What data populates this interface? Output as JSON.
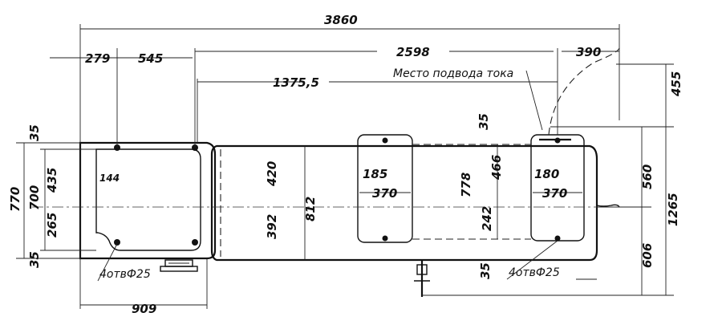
{
  "dimensions": {
    "overall_length": "3860",
    "left_offset": "279",
    "left_spacing": "545",
    "middle_span": "2598",
    "right_offset": "390",
    "inner_span": "1375,5",
    "right_height": "455",
    "left_total_height": "770",
    "left_hole_height": "700",
    "left_upper": "435",
    "left_lower": "265",
    "left_bottom_gap": "35",
    "left_top_gap": "35",
    "left_hole_offset": "144",
    "left_base_width": "909",
    "body_upper": "420",
    "body_lower": "392",
    "body_height": "812",
    "mid_half": "185",
    "mid_width": "370",
    "mid_height": "778",
    "mid_upper": "466",
    "mid_lower": "242",
    "mid_top_gap": "35",
    "mid_bottom_gap": "35",
    "right_half": "180",
    "right_width": "370",
    "right_mid": "560",
    "right_total": "1265",
    "right_lower": "606"
  },
  "notes": {
    "current_supply": "Место подвода тока",
    "holes_left": "4отвФ25",
    "holes_right": "4отвФ25"
  }
}
